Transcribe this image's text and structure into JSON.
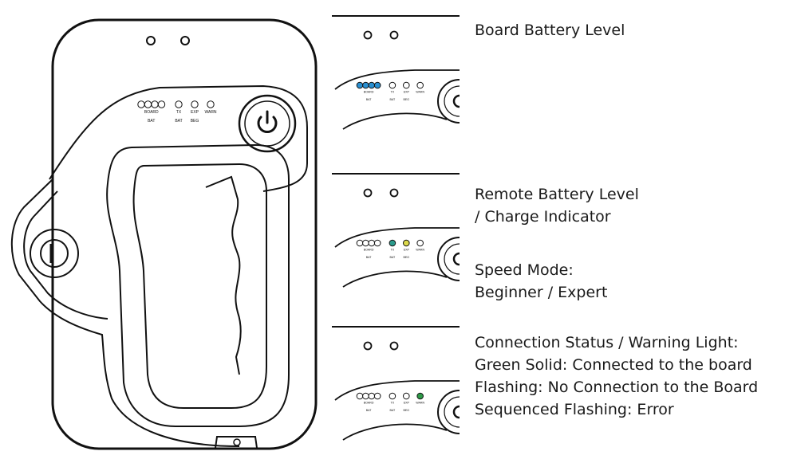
{
  "remote": {
    "labels": {
      "board": "BOARD",
      "bat": "BAT",
      "tx": "TX",
      "tx_bat": "BAT",
      "exp": "EXP",
      "beg": "BEG",
      "warn": "WARN"
    },
    "power_icon": "power-icon"
  },
  "panels": [
    {
      "id": "board-battery",
      "lines": [
        "Board Battery Level"
      ],
      "led_states": {
        "board": [
          "on",
          "on",
          "on",
          "on"
        ],
        "tx": "off",
        "exp": "off",
        "warn": "off"
      }
    },
    {
      "id": "remote-battery-speed",
      "lines": [
        "Remote Battery Level",
        "/ Charge Indicator"
      ],
      "lines2": [
        "Speed Mode:",
        "Beginner / Expert"
      ],
      "led_states": {
        "board": [
          "off",
          "off",
          "off",
          "off"
        ],
        "tx": "teal",
        "exp": "yellow",
        "warn": "off"
      }
    },
    {
      "id": "connection-status",
      "lines": [
        "Connection Status / Warning Light:",
        "Green Solid: Connected to the board",
        "Flashing: No Connection to the Board",
        "Sequenced Flashing: Error"
      ],
      "led_states": {
        "board": [
          "off",
          "off",
          "off",
          "off"
        ],
        "tx": "off",
        "exp": "off",
        "warn": "green"
      }
    }
  ],
  "colors": {
    "outline": "#111111",
    "led_on_blue": "#2a8fd0",
    "led_teal": "#2a9a8c",
    "led_yellow": "#dcd94a",
    "led_green": "#2e9a48"
  }
}
